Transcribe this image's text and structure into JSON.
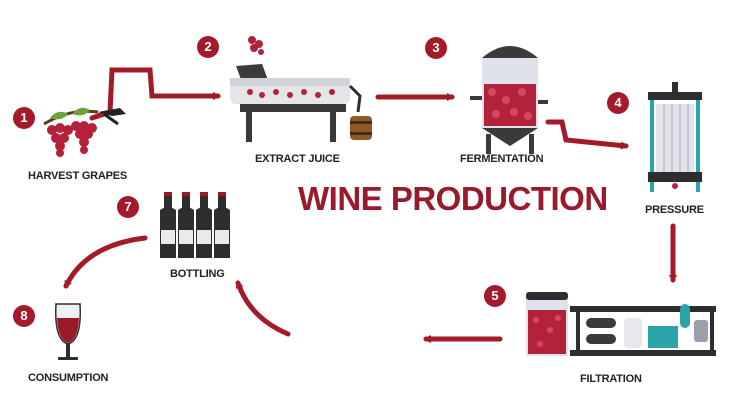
{
  "title": "WINE PRODUCTION",
  "colors": {
    "accent": "#a31b2a",
    "grape": "#b3223a",
    "steel": "#2e2e2e",
    "teal": "#2aa3a9"
  },
  "steps": [
    {
      "number": "1",
      "label": "HARVEST GRAPES",
      "icon": "grape-bunch-with-shears-icon"
    },
    {
      "number": "2",
      "label": "EXTRACT JUICE",
      "icon": "juice-press-machine-icon"
    },
    {
      "number": "3",
      "label": "FERMENTATION",
      "icon": "fermentation-tank-icon"
    },
    {
      "number": "4",
      "label": "PRESSURE",
      "icon": "wine-press-icon"
    },
    {
      "number": "5",
      "label": "FILTRATION",
      "icon": "filtration-machine-icon"
    },
    {
      "number": "7",
      "label": "BOTTLING",
      "icon": "wine-bottles-icon"
    },
    {
      "number": "8",
      "label": "CONSUMPTION",
      "icon": "wine-glass-icon"
    }
  ]
}
